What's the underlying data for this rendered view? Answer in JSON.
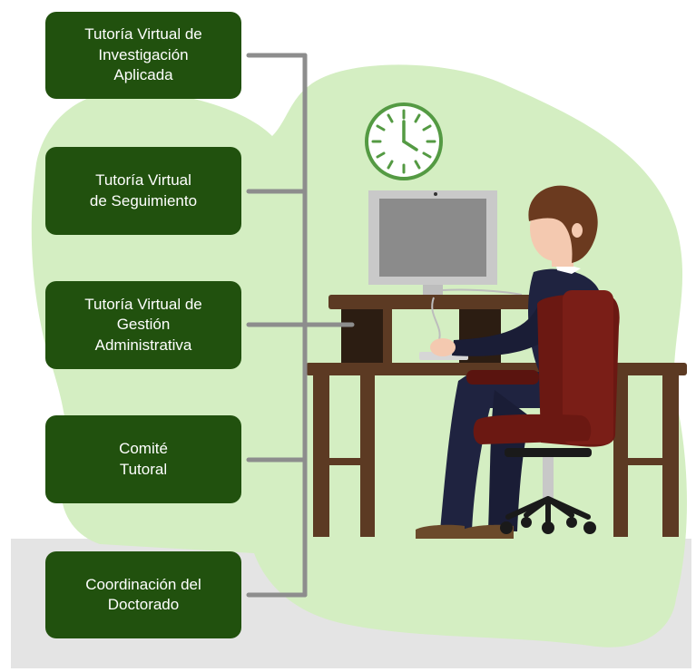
{
  "diagram": {
    "boxes": [
      {
        "label": "Tutoría Virtual de\nInvestigación\nAplicada"
      },
      {
        "label": "Tutoría Virtual\nde Seguimiento"
      },
      {
        "label": "Tutoría Virtual de\nGestión\nAdministrativa"
      },
      {
        "label": "Comité\nTutoral"
      },
      {
        "label": "Coordinación del\nDoctorado"
      }
    ]
  },
  "colors": {
    "box_fill": "#21510e",
    "blob": "#d4eec2",
    "connector": "#8d8d8d",
    "floor": "#e4e4e4",
    "desk": "#5c3a23",
    "chair": "#6b1812",
    "suit": "#1f2340"
  },
  "illustration": {
    "clock_icon": "clock-icon",
    "computer_icon": "monitor-icon",
    "person_icon": "person-at-desk-icon"
  }
}
